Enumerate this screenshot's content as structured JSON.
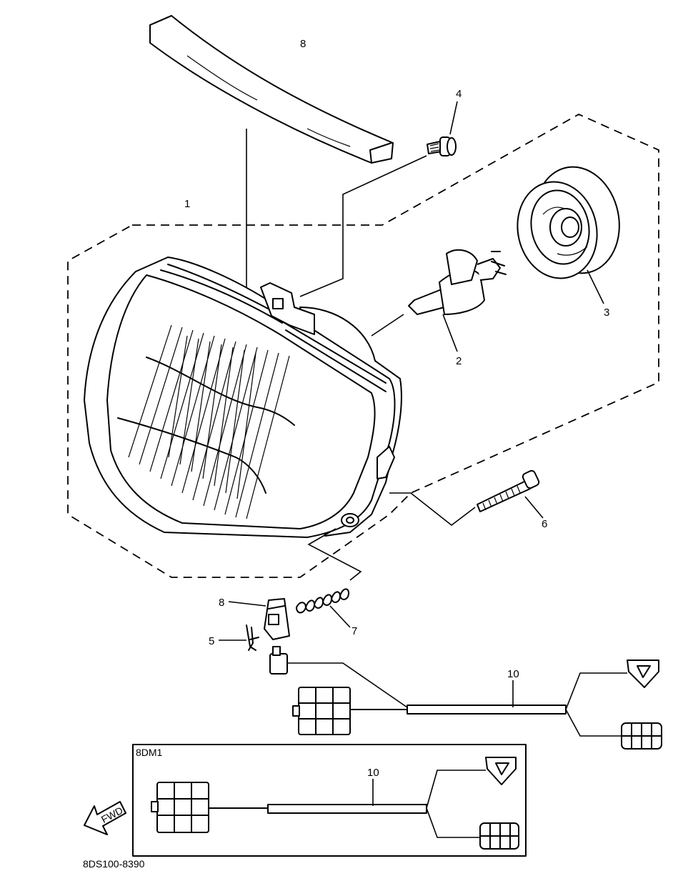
{
  "parts": [
    {
      "key": "p1",
      "number": "1"
    },
    {
      "key": "p2",
      "number": "2"
    },
    {
      "key": "p3",
      "number": "3"
    },
    {
      "key": "p4",
      "number": "4"
    },
    {
      "key": "p5",
      "number": "5"
    },
    {
      "key": "p6",
      "number": "6"
    },
    {
      "key": "p7",
      "number": "7"
    },
    {
      "key": "p8",
      "number": "8"
    },
    {
      "key": "p9",
      "number": "8"
    },
    {
      "key": "p10",
      "number": "10"
    },
    {
      "key": "p10b",
      "number": "10"
    }
  ],
  "variant_box": {
    "label": "8DM1"
  },
  "direction_marker": {
    "label": "FWD"
  },
  "drawing_code": "8DS100-8390"
}
